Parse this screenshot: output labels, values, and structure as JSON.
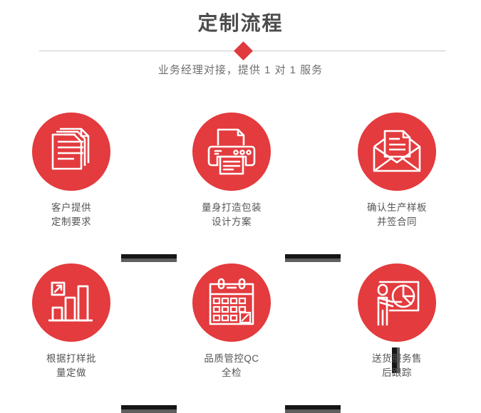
{
  "header": {
    "title": "定制流程",
    "subtitle": "业务经理对接，提供 1 对 1 服务",
    "accent_color": "#e33b3e",
    "divider_color": "#c9c9c9",
    "title_color": "#4d4d4d"
  },
  "steps": [
    {
      "id": 1,
      "icon": "documents-stack-icon",
      "label": "客户提供\n定制要求"
    },
    {
      "id": 2,
      "icon": "printer-icon",
      "label": "量身打造包装\n设计方案"
    },
    {
      "id": 3,
      "icon": "envelope-letter-icon",
      "label": "确认生产样板\n并签合同"
    },
    {
      "id": 4,
      "icon": "bar-chart-growth-icon",
      "label": "根据打样批\n量定做"
    },
    {
      "id": 5,
      "icon": "calendar-check-icon",
      "label": "品质管控QC\n全检"
    },
    {
      "id": 6,
      "icon": "presenter-pie-chart-icon",
      "label": "送货服务售\n后跟踪"
    }
  ],
  "connectors": {
    "dark_color": "#161616",
    "gray_color": "#5e5e5e"
  }
}
